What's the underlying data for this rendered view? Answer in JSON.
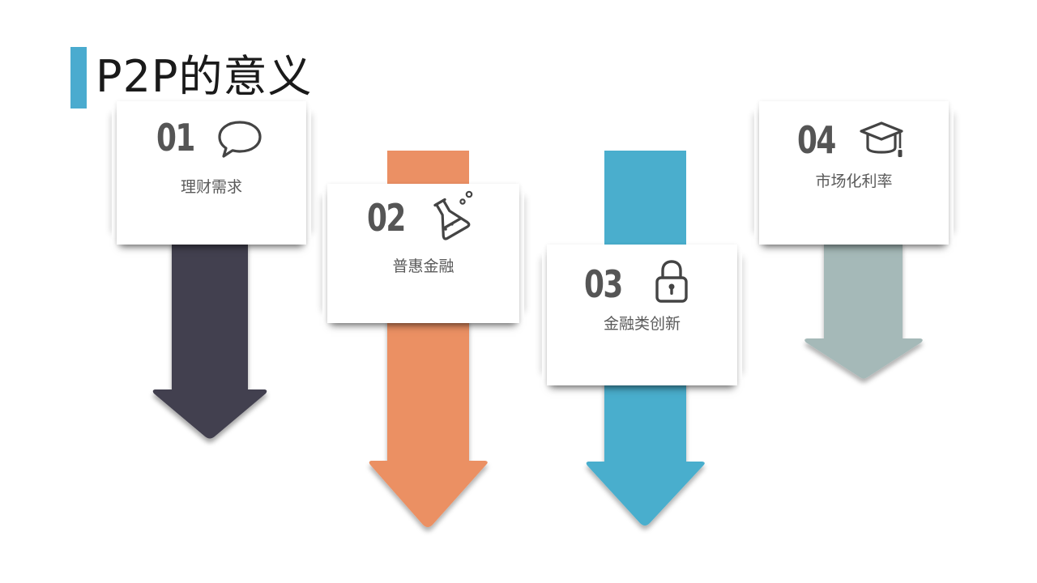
{
  "page": {
    "title": "P2P的意义"
  },
  "items": [
    {
      "number": "01",
      "label": "理财需求",
      "color": "#423f4f",
      "icon": "speech-bubble-icon"
    },
    {
      "number": "02",
      "label": "普惠金融",
      "color": "#eb9064",
      "icon": "flask-icon"
    },
    {
      "number": "03",
      "label": "金融类创新",
      "color": "#4aaecd",
      "icon": "padlock-icon"
    },
    {
      "number": "04",
      "label": "市场化利率",
      "color": "#a5b9b8",
      "icon": "graduation-cap-icon"
    }
  ]
}
